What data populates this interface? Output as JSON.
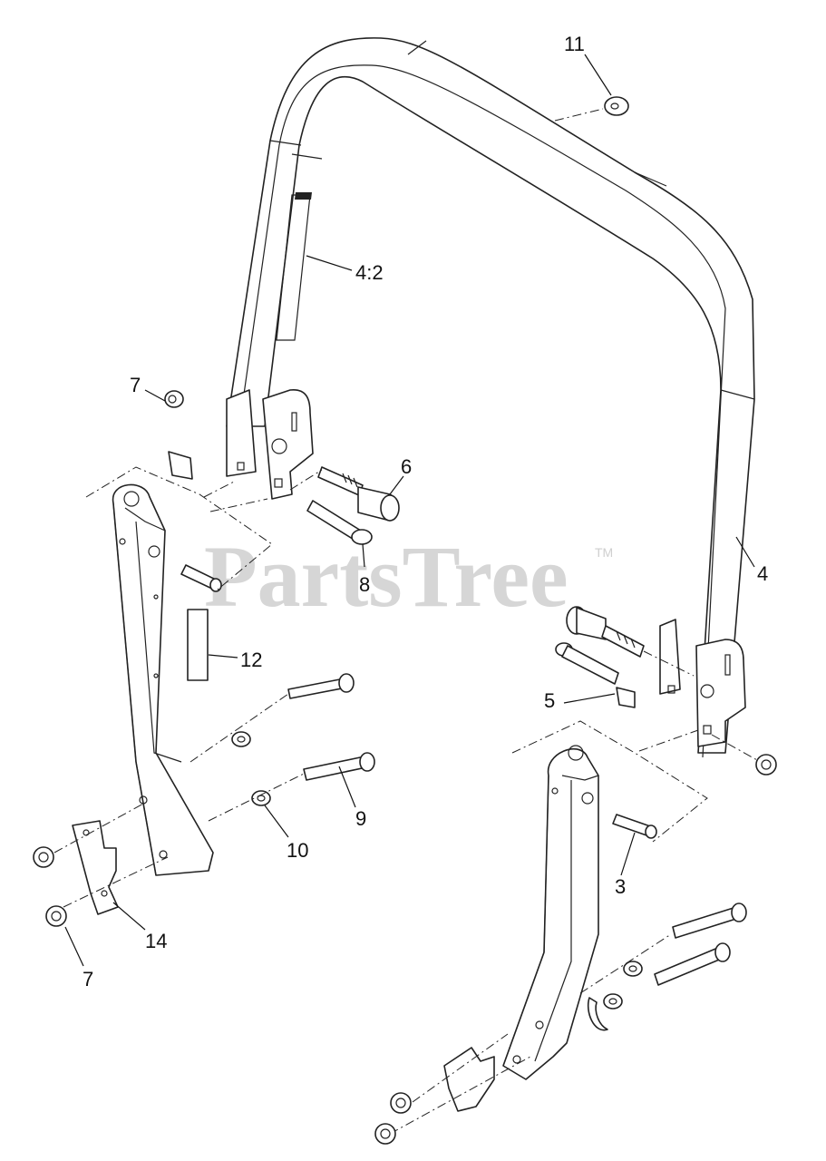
{
  "watermark": {
    "text": "PartsTree",
    "trademark": "TM"
  },
  "callouts": [
    {
      "id": "11",
      "label": "11"
    },
    {
      "id": "4-2",
      "label": "4:2"
    },
    {
      "id": "7-top",
      "label": "7"
    },
    {
      "id": "6",
      "label": "6"
    },
    {
      "id": "8",
      "label": "8"
    },
    {
      "id": "4",
      "label": "4"
    },
    {
      "id": "12",
      "label": "12"
    },
    {
      "id": "5",
      "label": "5"
    },
    {
      "id": "9",
      "label": "9"
    },
    {
      "id": "10",
      "label": "10"
    },
    {
      "id": "3",
      "label": "3"
    },
    {
      "id": "14",
      "label": "14"
    },
    {
      "id": "7-bottom",
      "label": "7"
    }
  ]
}
